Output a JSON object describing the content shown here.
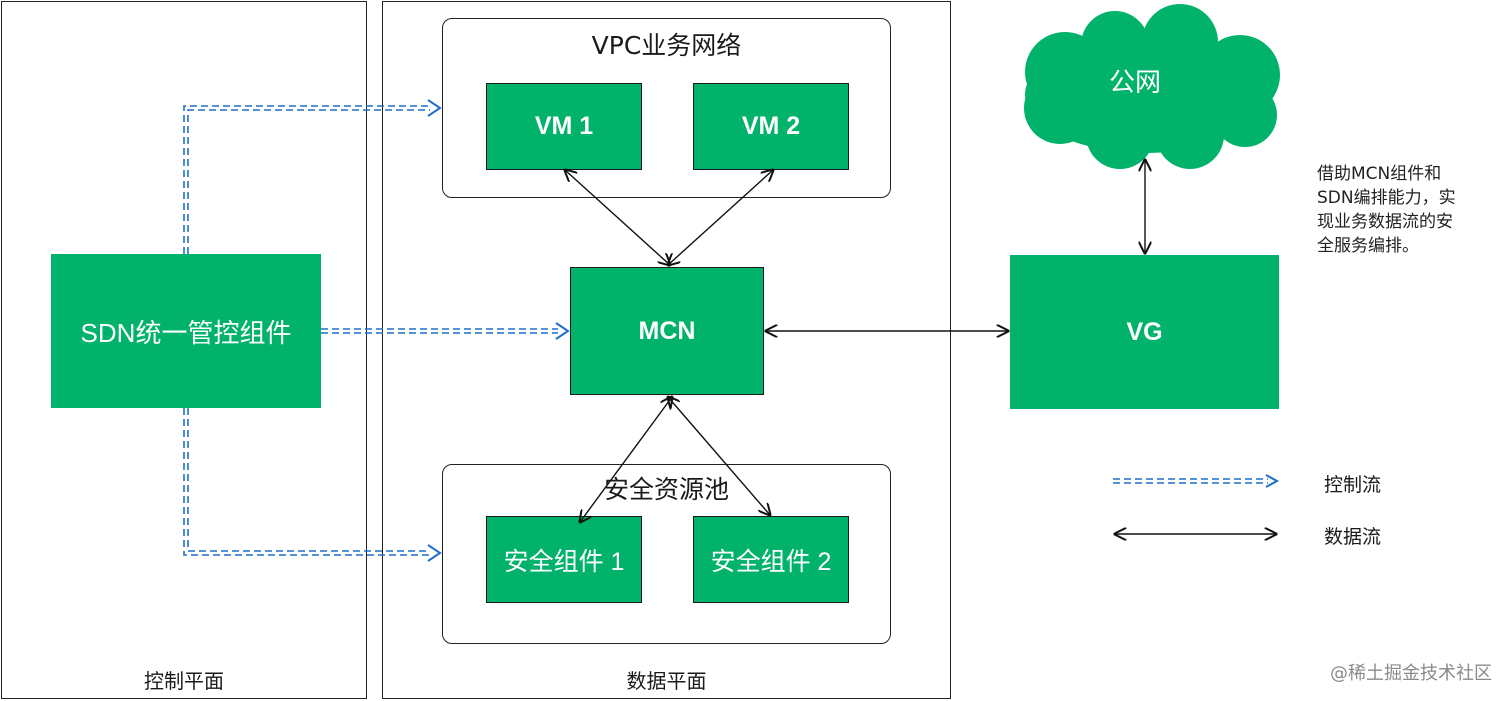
{
  "panels": {
    "control_plane": "控制平面",
    "data_plane": "数据平面"
  },
  "groups": {
    "vpc_title": "VPC业务网络",
    "security_pool_title": "安全资源池"
  },
  "nodes": {
    "vm1": "VM 1",
    "vm2": "VM 2",
    "mcn": "MCN",
    "sdn": "SDN统一管控组件",
    "vg": "VG",
    "public_net": "公网",
    "sec1": "安全组件 1",
    "sec2": "安全组件 2"
  },
  "note": [
    "借助MCN组件和",
    "SDN编排能力，实",
    "现业务数据流的安",
    "全服务编排。"
  ],
  "legend": {
    "control_flow": "控制流",
    "data_flow": "数据流"
  },
  "watermark": "@稀土掘金技术社区",
  "colors": {
    "green": "#00b26a",
    "control_flow": "#1f6fc8",
    "border": "#222222"
  }
}
